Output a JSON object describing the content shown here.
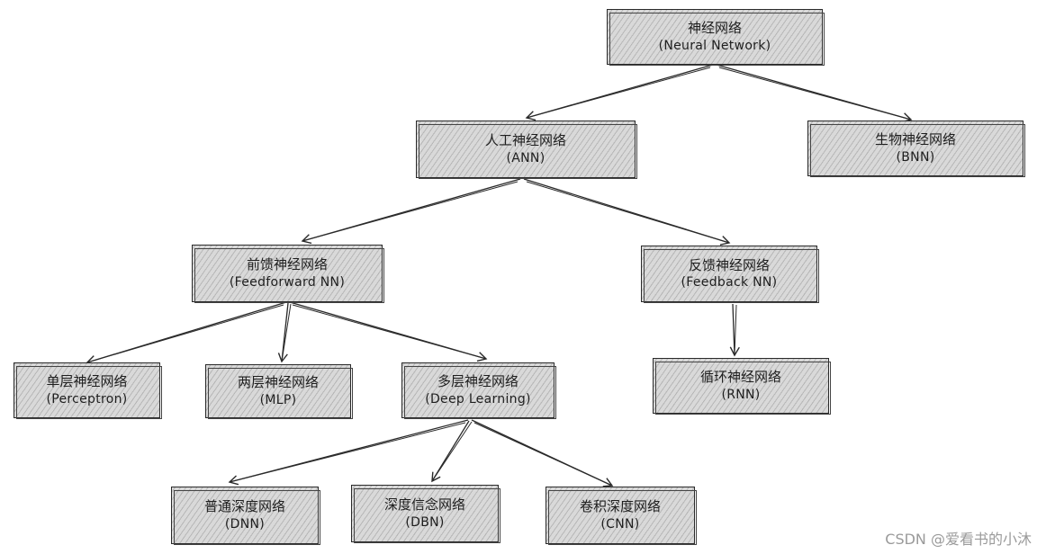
{
  "nodes": {
    "nn": {
      "zh": "神经网络",
      "en": "(Neural Network)"
    },
    "ann": {
      "zh": "人工神经网络",
      "en": "(ANN)"
    },
    "bnn": {
      "zh": "生物神经网络",
      "en": "(BNN)"
    },
    "ffnn": {
      "zh": "前馈神经网络",
      "en": "(Feedforward NN)"
    },
    "fbnn": {
      "zh": "反馈神经网络",
      "en": "(Feedback NN)"
    },
    "perceptron": {
      "zh": "单层神经网络",
      "en": "(Perceptron)"
    },
    "mlp": {
      "zh": "两层神经网络",
      "en": "(MLP)"
    },
    "dl": {
      "zh": "多层神经网络",
      "en": "(Deep Learning)"
    },
    "rnn": {
      "zh": "循环神经网络",
      "en": "(RNN)"
    },
    "dnn": {
      "zh": "普通深度网络",
      "en": "(DNN)"
    },
    "dbn": {
      "zh": "深度信念网络",
      "en": "(DBN)"
    },
    "cnn": {
      "zh": "卷积深度网络",
      "en": "(CNN)"
    }
  },
  "watermark": "CSDN @爱看书的小沐"
}
